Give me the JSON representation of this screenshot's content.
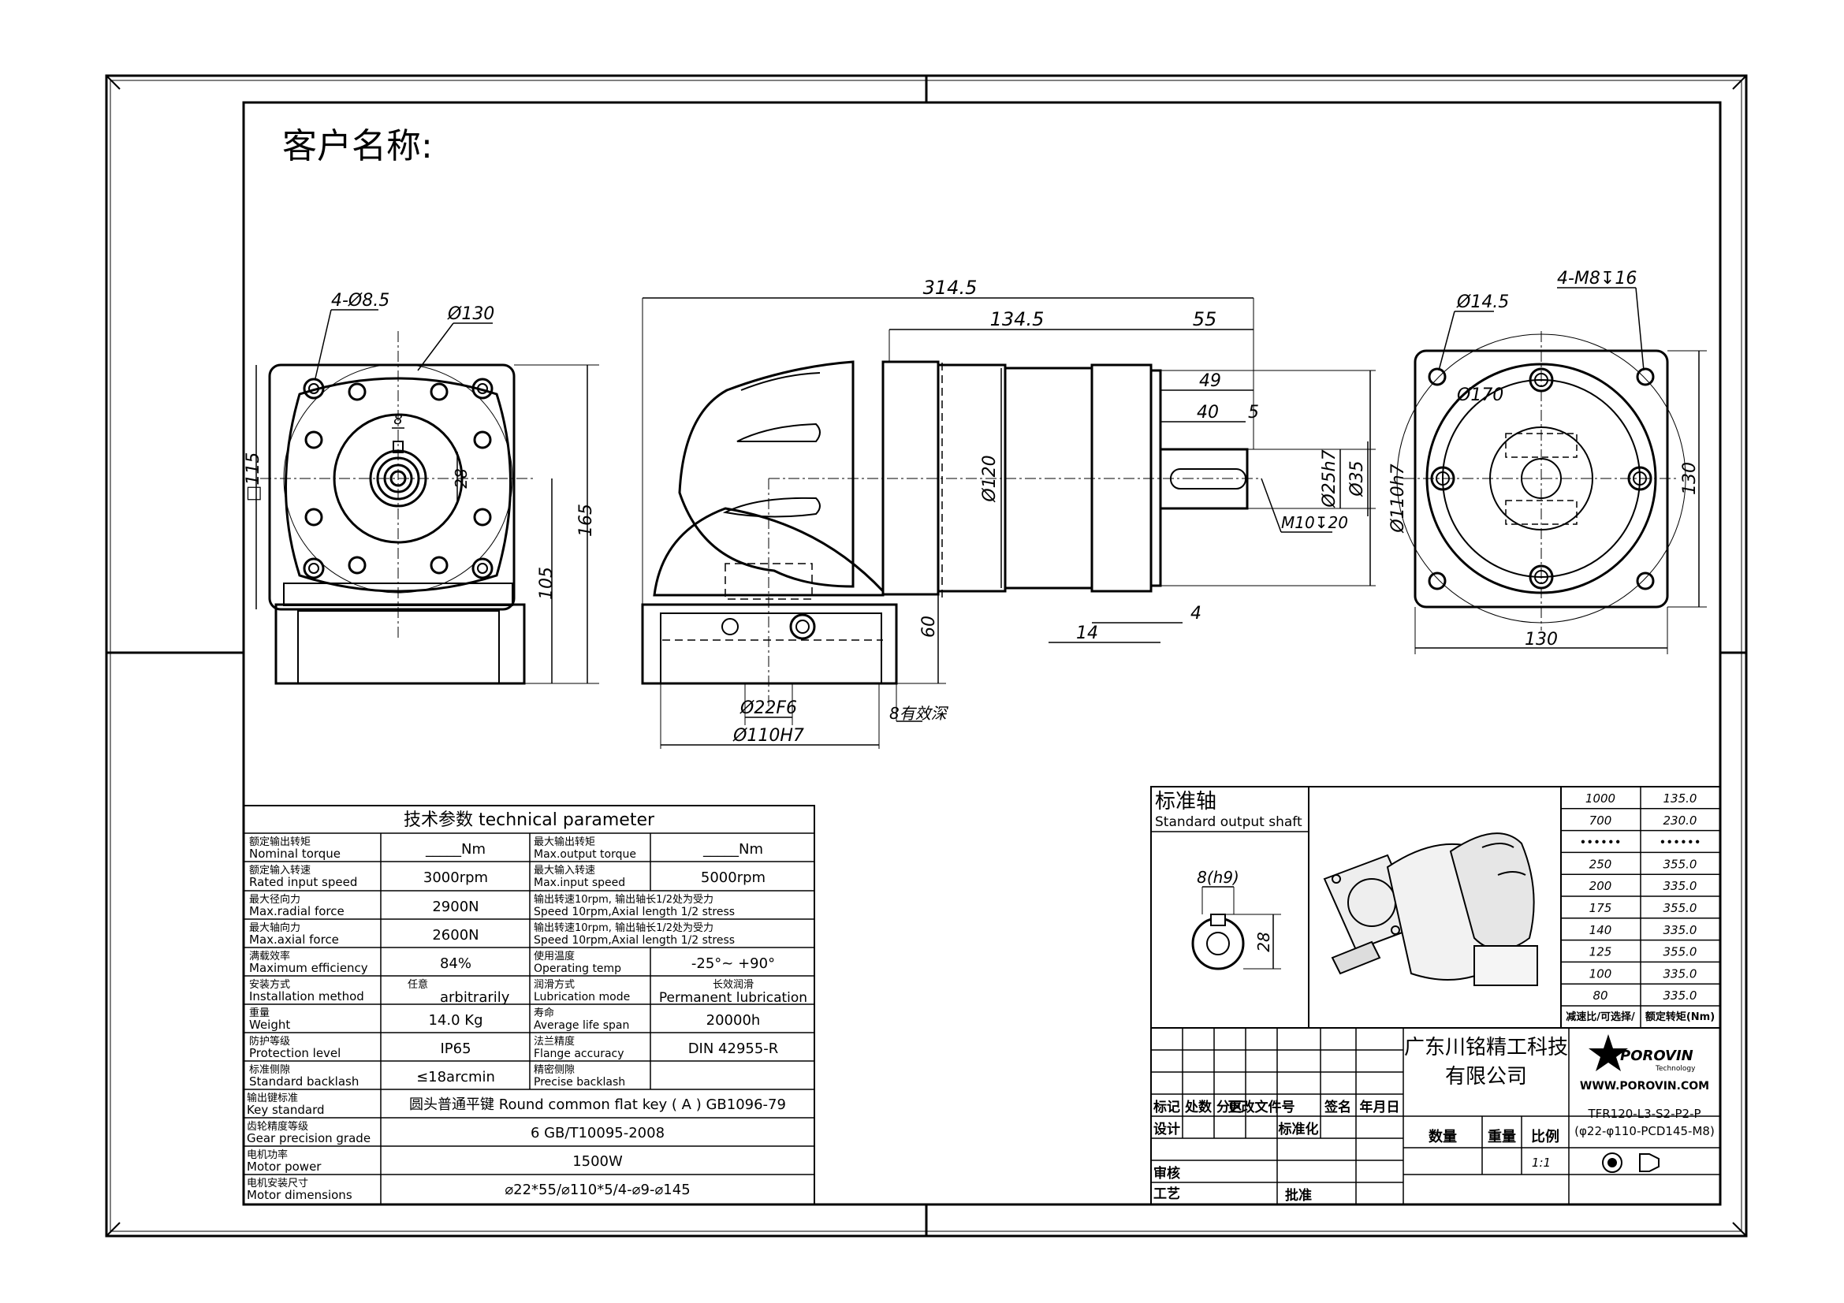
{
  "customer_label": "客户名称:",
  "front_view": {
    "holes": "4-Ø8.5",
    "pcd": "Ø130",
    "key_width": "8",
    "key_height": "28",
    "flange_square": "□115",
    "height_total": "165",
    "height_center": "105"
  },
  "side_view": {
    "total_length": "314.5",
    "body_length": "134.5",
    "shaft_length": "55",
    "key_length": "49",
    "key_offset_a": "40",
    "key_offset_b": "5",
    "body_diameter": "Ø120",
    "shaft_diameter": "Ø25h7",
    "shaft_shoulder": "Ø35",
    "pilot_diameter": "Ø110h7",
    "center_thread": "M10↧20",
    "flange_thickness": "14",
    "pilot_depth": "4",
    "motor_offset": "60",
    "motor_bore": "Ø22F6",
    "motor_pilot": "Ø110H7",
    "motor_depth": "8有效深"
  },
  "output_view": {
    "holes": "4-M8↧16",
    "hole_diameter": "Ø14.5",
    "pcd": "Ø170",
    "width": "130",
    "height": "130"
  },
  "tech_table": {
    "title": "技术参数  technical parameter",
    "rows": [
      {
        "l_cn": "额定输出转矩",
        "l_en": "Nominal torque",
        "l_val": "_____Nm",
        "r_cn": "最大输出转矩",
        "r_en": "Max.output torque",
        "r_val": "_____Nm"
      },
      {
        "l_cn": "额定输入转速",
        "l_en": "Rated input speed",
        "l_val": "3000rpm",
        "r_cn": "最大输入转速",
        "r_en": "Max.input speed",
        "r_val": "5000rpm"
      },
      {
        "l_cn": "最大径向力",
        "l_en": "Max.radial force",
        "l_val": "2900N",
        "r_cn": "输出转速10rpm, 输出轴长1/2处为受力",
        "r_en": "Speed 10rpm,Axial length 1/2 stress",
        "r_val": ""
      },
      {
        "l_cn": "最大轴向力",
        "l_en": "Max.axial force",
        "l_val": "2600N",
        "r_cn": "输出转速10rpm, 输出轴长1/2处为受力",
        "r_en": "Speed 10rpm,Axial length 1/2 stress",
        "r_val": ""
      },
      {
        "l_cn": "满载效率",
        "l_en": "Maximum efficiency",
        "l_val": "84%",
        "r_cn": "使用温度",
        "r_en": "Operating temp",
        "r_val": "-25°~ +90°"
      },
      {
        "l_cn": "安装方式",
        "l_en": "Installation method",
        "l_val": "arbitrarily",
        "l_val_cn": "任意",
        "r_cn": "润滑方式",
        "r_en": "Lubrication mode",
        "r_val": "Permanent lubrication",
        "r_val_cn": "长效润滑"
      },
      {
        "l_cn": "重量",
        "l_en": "Weight",
        "l_val": "14.0 Kg",
        "r_cn": "寿命",
        "r_en": "Average life span",
        "r_val": "20000h"
      },
      {
        "l_cn": "防护等级",
        "l_en": "Protection level",
        "l_val": "IP65",
        "r_cn": "法兰精度",
        "r_en": "Flange accuracy",
        "r_val": "DIN 42955-R"
      },
      {
        "l_cn": "标准侧隙",
        "l_en": "Standard backlash",
        "l_val": "≤18arcmin",
        "r_cn": "精密侧隙",
        "r_en": "Precise backlash",
        "r_val": ""
      }
    ],
    "wide_rows": [
      {
        "cn": "输出键标准",
        "en": "Key standard",
        "val": "圆头普通平键 Round common flat key ( A ) GB1096-79"
      },
      {
        "cn": "齿轮精度等级",
        "en": "Gear precision grade",
        "val": "6 GB/T10095-2008"
      },
      {
        "cn": "电机功率",
        "en": "Motor power",
        "val": "1500W"
      },
      {
        "cn": "电机安装尺寸",
        "en": "Motor dimensions",
        "val": "⌀22*55/⌀110*5/4-⌀9-⌀145"
      }
    ]
  },
  "shaft_box": {
    "title_cn": "标准轴",
    "title_en": "Standard output shaft",
    "key_label": "8(h9)",
    "height_label": "28"
  },
  "ratio_table": {
    "rows": [
      [
        "1000",
        "135.0"
      ],
      [
        "700",
        "230.0"
      ],
      [
        "••••••",
        "••••••"
      ],
      [
        "250",
        "355.0"
      ],
      [
        "200",
        "335.0"
      ],
      [
        "175",
        "355.0"
      ],
      [
        "140",
        "335.0"
      ],
      [
        "125",
        "355.0"
      ],
      [
        "100",
        "335.0"
      ],
      [
        "80",
        "335.0"
      ]
    ],
    "footer": [
      "减速比/可选择/",
      "额定转矩(Nm)"
    ]
  },
  "title_block": {
    "company_line1": "广东川铭精工科技",
    "company_line2": "有限公司",
    "brand": "POROVIN",
    "brand_sub": "Technology",
    "website": "WWW.POROVIN.COM",
    "model_line1": "TFR120-L3-S2-P2-P",
    "model_line2": "(φ22-φ110-PCD145-M8)",
    "header_cells": [
      "标记",
      "处数",
      "分区",
      "更改文件号",
      "签名",
      "年月日"
    ],
    "design": "设计",
    "standardize": "标准化",
    "review": "审核",
    "process": "工艺",
    "approve": "批准",
    "quantity": "数量",
    "weight": "重量",
    "scale": "比例",
    "scale_value": "1:1"
  }
}
